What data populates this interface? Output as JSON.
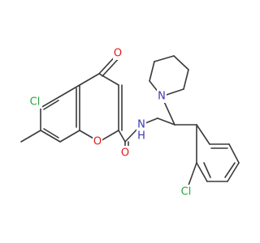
{
  "colors": {
    "bond": "#3a3a3a",
    "carbon_label": "#3a3a3a",
    "oxygen": "#e31a1c",
    "nitrogen": "#3e37b8",
    "chlorine": "#27a83d"
  },
  "atoms": {
    "cl_chromone": "Cl",
    "o_ketone": "O",
    "o_ring": "O",
    "o_amide": "O",
    "nh_amide": "N",
    "h_amide": "H",
    "n_piperidine": "N",
    "cl_phenyl": "Cl"
  }
}
